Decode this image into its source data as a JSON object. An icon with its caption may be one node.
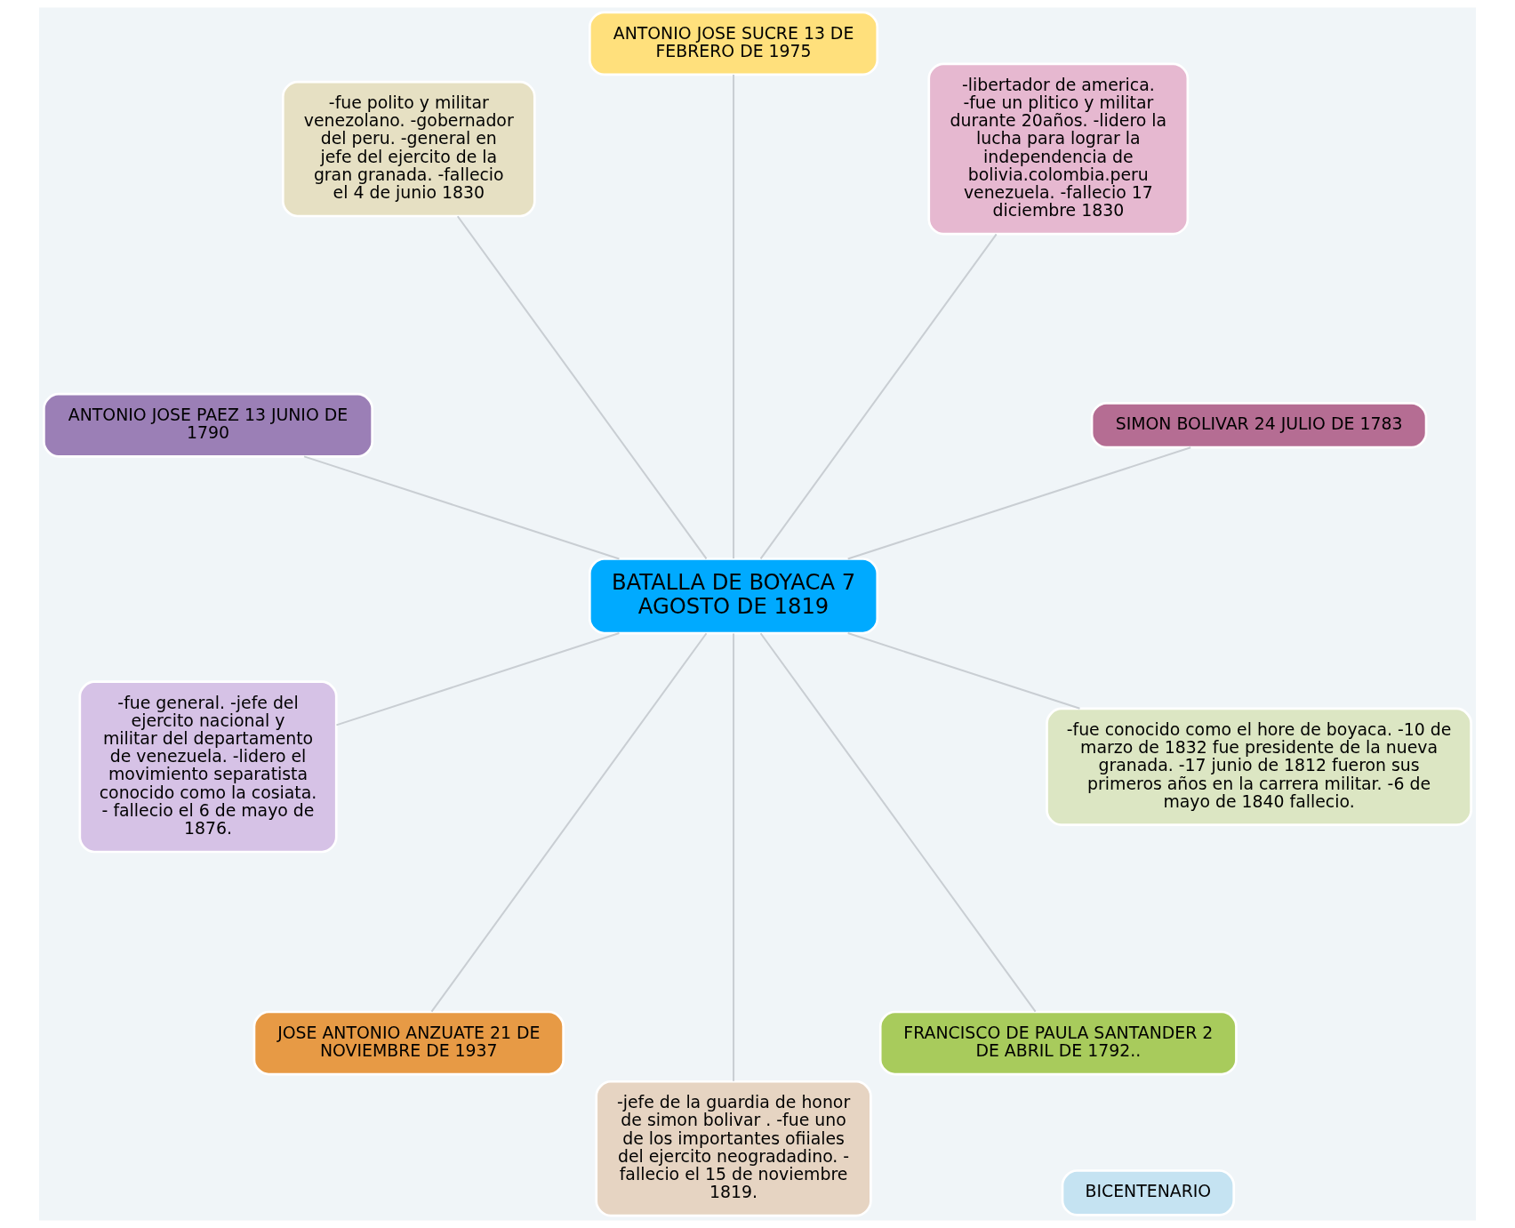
{
  "diagram": {
    "nodes": [
      {
        "text": [
          "BICENTENARIO"
        ]
      },
      {
        "text": [
          "BATALLA DE BOYACA 7 AGOSTO DE 1819"
        ]
      },
      {
        "text": [
          "SIMON BOLIVAR 24 JULIO DE 1783"
        ]
      },
      {
        "text": [
          "-libertador de america. -fue un plitico y militar durante 20años. -lidero la lucha para lograr la independencia de bolivia.colombia.peru venezuela. -fallecio 17 diciembre 1830"
        ]
      },
      {
        "text": [
          "ANTONIO JOSE SUCRE 13 DE FEBRERO DE 1975"
        ]
      },
      {
        "text": [
          "-fue polito y militar venezolano. -gobernador del peru. -general en jefe del ejercito de la gran granada. -fallecio el 4 de junio 1830"
        ]
      },
      {
        "text": [
          "ANTONIO JOSE PAEZ 13 JUNIO DE 1790"
        ]
      },
      {
        "text": [
          "-fue general. -jefe del ejercito nacional y militar del departamento de venezuela. -lidero el movimiento separatista conocido como la cosiata. - fallecio el 6 de mayo de 1876."
        ]
      },
      {
        "text": [
          "JOSE ANTONIO ANZUATE 21 DE NOVIEMBRE DE 1937"
        ]
      },
      {
        "text": [
          "-jefe de la guardia de honor de simon bolivar . -fue uno de los importantes ofiiales del ejercito neogradadino. - fallecio el 15 de noviembre 1819."
        ]
      },
      {
        "text": [
          "FRANCISCO DE PAULA SANTANDER 2 DE ABRIL DE 1792.."
        ]
      },
      {
        "text": [
          "-fue conocido como el hore de boyaca. -10 de marzo de 1832 fue presidente de la nueva granada. -17 junio de 1812 fueron sus primeros años en la carrera militar. -6 de mayo de 1840 fallecio."
        ]
      }
    ],
    "edges": [
      {
        "from": 1,
        "to": 2,
        "arrow": "none"
      },
      {
        "from": 1,
        "to": 3,
        "arrow": "none"
      },
      {
        "from": 1,
        "to": 4,
        "arrow": "none"
      },
      {
        "from": 1,
        "to": 5,
        "arrow": "none"
      },
      {
        "from": 1,
        "to": 6,
        "arrow": "none"
      },
      {
        "from": 1,
        "to": 7,
        "arrow": "none"
      },
      {
        "from": 1,
        "to": 8,
        "arrow": "none"
      },
      {
        "from": 1,
        "to": 9,
        "arrow": "none"
      },
      {
        "from": 1,
        "to": 10,
        "arrow": "none"
      },
      {
        "from": 1,
        "to": 11,
        "arrow": "none"
      }
    ]
  }
}
